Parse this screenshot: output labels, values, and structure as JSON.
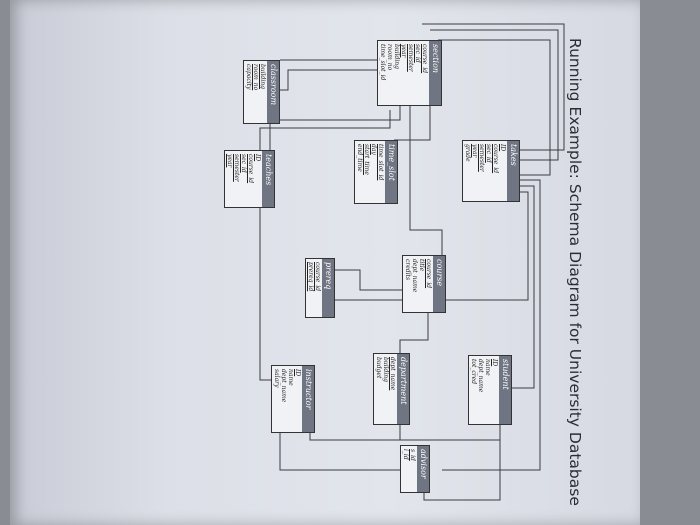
{
  "title": "Running Example: Schema Diagram for University Database",
  "tables": {
    "takes": {
      "name": "takes",
      "attributes": [
        "ID",
        "course_id",
        "sec_id",
        "semester",
        "year",
        "grade"
      ],
      "keys": [
        0,
        1,
        2,
        3,
        4
      ]
    },
    "student": {
      "name": "student",
      "attributes": [
        "ID",
        "name",
        "dept_name",
        "tot_cred"
      ],
      "keys": [
        0
      ]
    },
    "advisor": {
      "name": "advisor",
      "attributes": [
        "s_id",
        "i_id"
      ],
      "keys": [
        0
      ]
    },
    "section": {
      "name": "section",
      "attributes": [
        "course_id",
        "sec_id",
        "semester",
        "year",
        "building",
        "room_no",
        "time_slot_id"
      ],
      "keys": [
        0,
        1,
        2,
        3
      ]
    },
    "course": {
      "name": "course",
      "attributes": [
        "course_id",
        "title",
        "dept_name",
        "credits"
      ],
      "keys": [
        0
      ]
    },
    "department": {
      "name": "department",
      "attributes": [
        "dept_name",
        "building",
        "budget"
      ],
      "keys": [
        0
      ]
    },
    "time_slot": {
      "name": "time_slot",
      "attributes": [
        "time_slot_id",
        "day",
        "start_time",
        "end_time"
      ],
      "keys": [
        0,
        1,
        2
      ]
    },
    "prereq": {
      "name": "prereq",
      "attributes": [
        "course_id",
        "prereq_id"
      ],
      "keys": [
        0,
        1
      ]
    },
    "instructor": {
      "name": "instructor",
      "attributes": [
        "ID",
        "name",
        "dept_name",
        "salary"
      ],
      "keys": [
        0
      ]
    },
    "classroom": {
      "name": "classroom",
      "attributes": [
        "building",
        "room_no",
        "capacity"
      ],
      "keys": [
        0,
        1
      ]
    },
    "teaches": {
      "name": "teaches",
      "attributes": [
        "ID",
        "course_id",
        "sec_id",
        "semester",
        "year"
      ],
      "keys": [
        0,
        1,
        2,
        3,
        4
      ]
    }
  },
  "colors": {
    "header": "#6f7582",
    "line": "#3a3c42"
  }
}
